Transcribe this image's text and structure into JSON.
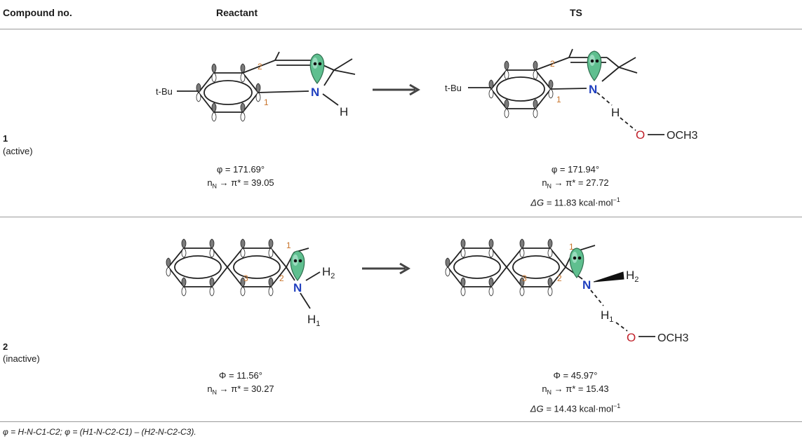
{
  "table": {
    "headers": {
      "compound": "Compound no.",
      "reactant": "Reactant",
      "ts": "TS"
    },
    "rows": [
      {
        "number": "1",
        "status": "(active)",
        "reactant_labels": {
          "substituent": "t-Bu",
          "num1": "1",
          "num2": "2",
          "n": "N",
          "h": "H"
        },
        "ts_labels": {
          "substituent": "t-Bu",
          "num1": "1",
          "num2": "2",
          "n": "N",
          "h": "H",
          "o": "O",
          "och3": "OCH3"
        },
        "reactant": {
          "angle_symbol": "φ",
          "angle_value": "171.69°",
          "nn_value": "39.05"
        },
        "ts": {
          "angle_symbol": "φ",
          "angle_value": "171.94°",
          "nn_value": "27.72",
          "dg_value": "11.83 kcal·mol"
        }
      },
      {
        "number": "2",
        "status": "(inactive)",
        "reactant_labels": {
          "num1": "1",
          "num2": "2",
          "num3": "3",
          "n": "N",
          "h2": "H",
          "h2_sub": "2",
          "h1": "H",
          "h1_sub": "1"
        },
        "ts_labels": {
          "num1": "1",
          "num2": "2",
          "num3": "3",
          "n": "N",
          "h2": "H",
          "h2_sub": "2",
          "h1": "H",
          "h1_sub": "1",
          "o": "O",
          "och3": "OCH3"
        },
        "reactant": {
          "angle_symbol": "Φ",
          "angle_value": "11.56°",
          "nn_value": "30.27"
        },
        "ts": {
          "angle_symbol": "Φ",
          "angle_value": "45.97°",
          "nn_value": "15.43",
          "dg_value": "14.43 kcal·mol"
        }
      }
    ],
    "common": {
      "nn_left": "n",
      "nn_sub": "N",
      "nn_arrow": " → π* = ",
      "dg_prefix": "ΔG = ",
      "dg_sup": "−1",
      "eq": " = "
    }
  },
  "footnote": "φ = H-N-C1-C2; φ = (H1-N-C2-C1) – (H2-N-C2-C3).",
  "colors": {
    "nitrogen": "#1f3fbf",
    "oxygen": "#c0202a",
    "locant": "#c8732a",
    "lobe": "#5fbf8f",
    "rule": "#9a9a9a"
  }
}
